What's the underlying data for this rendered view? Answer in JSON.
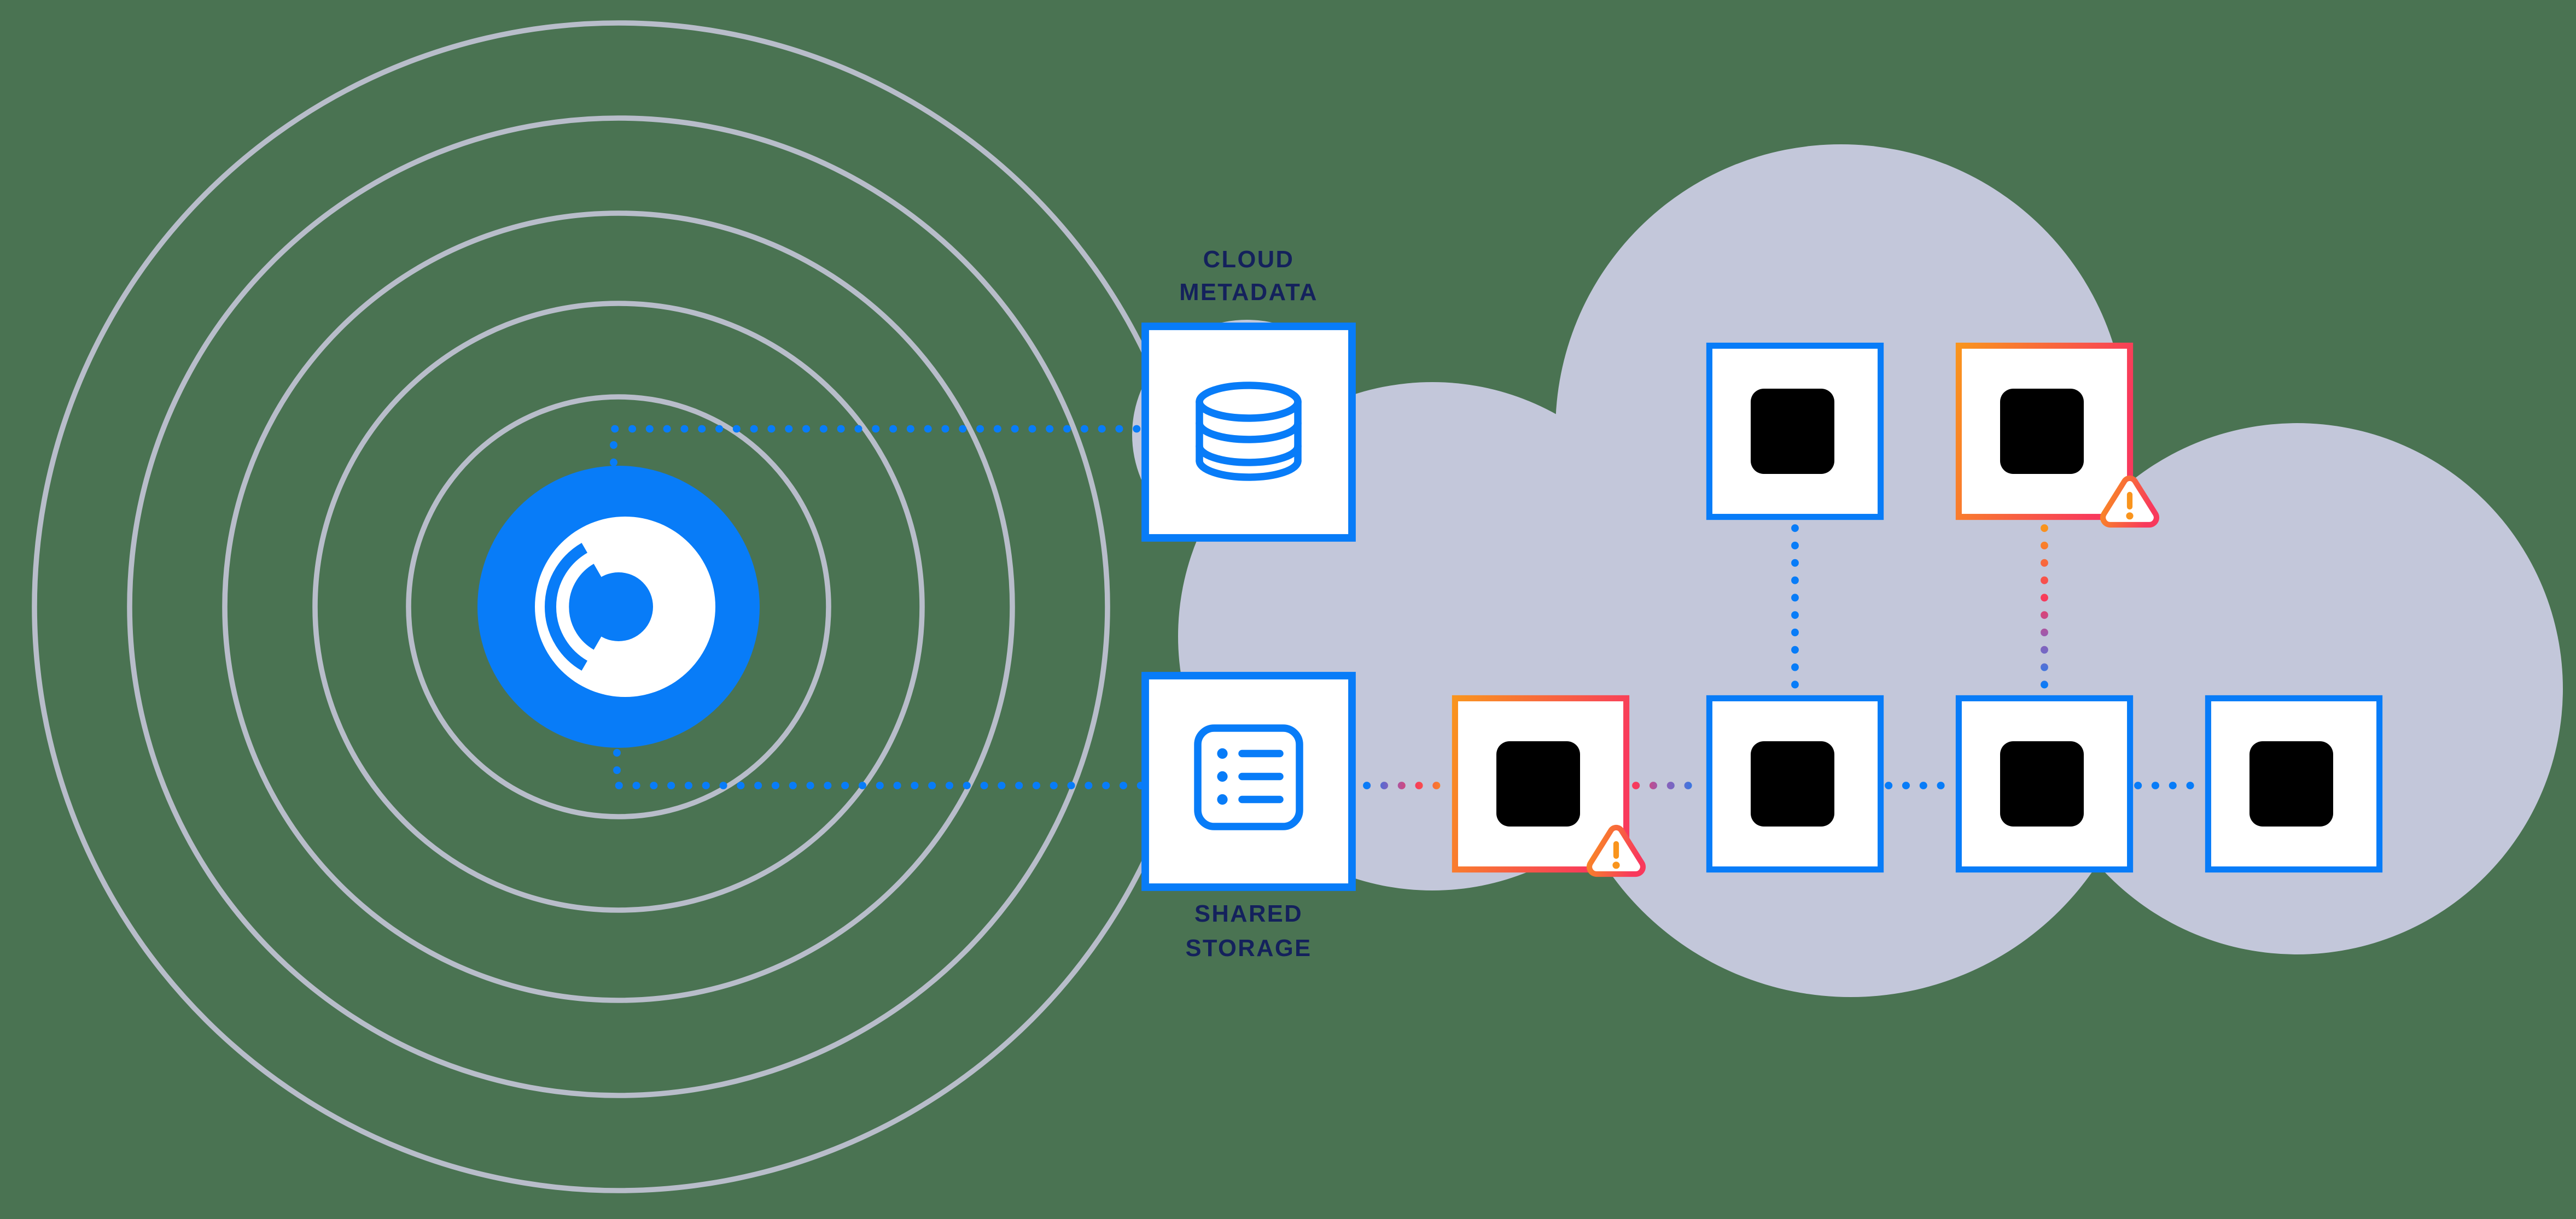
{
  "palette": {
    "blue": "#087cf8",
    "orange": "#f9941d",
    "pink": "#f8395c",
    "purple": "#9a5bb0",
    "indigo": "#5f6fd0",
    "navy": "#14215c",
    "cloud": "#c3c7da",
    "ring": "#b8bdca",
    "bg": "#4a7352",
    "white": "#ffffff"
  },
  "diagram": {
    "hub": {
      "icon": "pulse-logo",
      "ripple_ring_count": 5
    },
    "metadata_node": {
      "label_line1": "CLOUD",
      "label_line2": "METADATA",
      "icon": "database-icon"
    },
    "storage_node": {
      "label_line1": "SHARED",
      "label_line2": "STORAGE",
      "icon": "list-icon"
    },
    "cluster": {
      "nodes": [
        {
          "id": "top-1",
          "row": "top",
          "icon": "list-icon",
          "status": "healthy"
        },
        {
          "id": "top-2",
          "row": "top",
          "icon": "list-icon",
          "status": "warning",
          "badge": "warning-icon"
        },
        {
          "id": "bottom-1",
          "row": "bottom",
          "icon": "list-icon",
          "status": "warning",
          "badge": "warning-icon"
        },
        {
          "id": "bottom-2",
          "row": "bottom",
          "icon": "list-icon",
          "status": "healthy"
        },
        {
          "id": "bottom-3",
          "row": "bottom",
          "icon": "list-icon",
          "status": "healthy"
        },
        {
          "id": "bottom-4",
          "row": "bottom",
          "icon": "list-icon",
          "status": "healthy"
        }
      ]
    }
  }
}
